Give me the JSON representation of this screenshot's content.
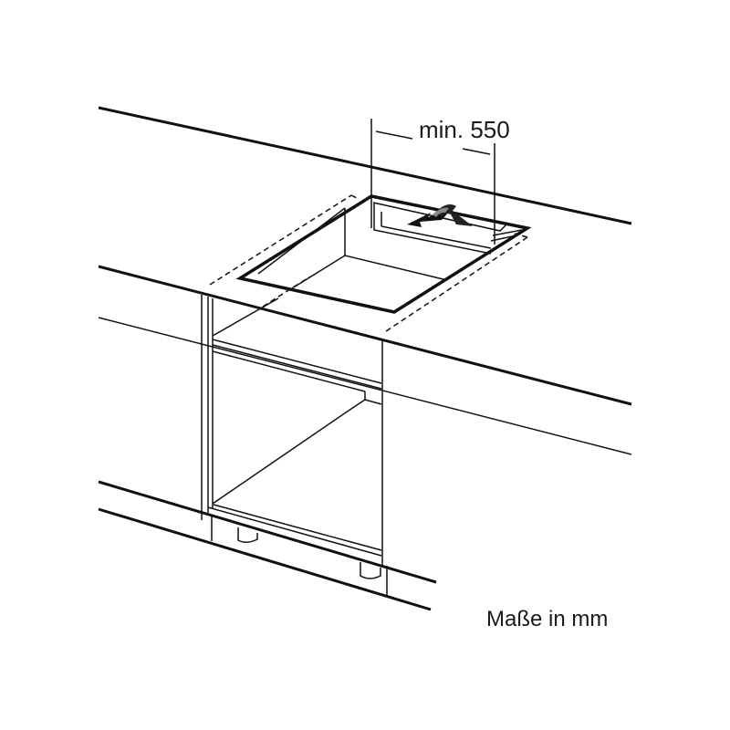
{
  "diagram": {
    "type": "installation-drawing",
    "subject": "built-in hob worktop cutout above base cabinet",
    "dimension_label": "min. 550",
    "units_label": "Maße in mm",
    "colors": {
      "line": "#111111",
      "arrow_dark": "#111111",
      "arrow_light": "#888888",
      "background": "#ffffff"
    }
  }
}
